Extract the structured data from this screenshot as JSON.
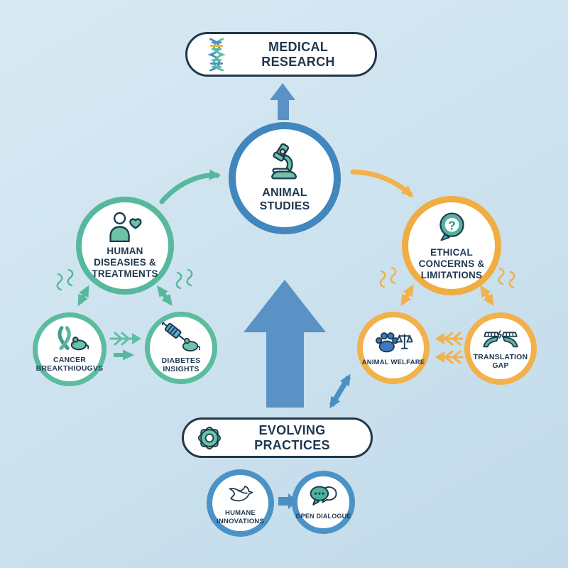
{
  "diagram": {
    "medical_research": {
      "label": "MEDICAL RESEARCH",
      "icon": "dna-icon"
    },
    "animal_studies": {
      "lines": [
        "ANIMAL",
        "STUDIES"
      ],
      "icon": "microscope-icon"
    },
    "human_diseases": {
      "lines": [
        "HUMAN",
        "DISEASIES &",
        "TREATMENTS"
      ],
      "icon": "person-heart-icon"
    },
    "cancer": {
      "lines": [
        "CANCER",
        "BREAKTHIOUGVS"
      ],
      "icon": "ribbon-mouse-icon"
    },
    "diabetes": {
      "lines": [
        "DIABETES",
        "INSIGHTS"
      ],
      "icon": "syringe-mouse-icon"
    },
    "ethical": {
      "lines": [
        "ETHICAL",
        "CONCERNS &",
        "LIMITATIONS"
      ],
      "icon": "question-bubble-icon"
    },
    "animal_welfare": {
      "label": "ANIMAL WELFARE",
      "icon": "paw-scales-icon"
    },
    "translation_gap": {
      "lines": [
        "TRANSLATION",
        "GAP"
      ],
      "icon": "broken-bridge-icon"
    },
    "evolving_practices": {
      "label": "EVOLVING PRACTICES",
      "icon": "gear-icon"
    },
    "humane_innovations": {
      "lines": [
        "HUMANE",
        "INNOVATIONS"
      ],
      "icon": "dove-icon"
    },
    "open_dialogue": {
      "label": "OPEN DIALOGUE",
      "icon": "speech-bubbles-icon"
    }
  },
  "icons": {
    "question_glyph": "?"
  },
  "palette": {
    "background": "#cde3ef",
    "blue_border": "#4186bd",
    "blue_arrow": "#5a92c5",
    "blue_accent": "#4b8fc3",
    "teal": "#57b89d",
    "yellow": "#f2b14a",
    "navy_outline": "#22384a",
    "text": "#1f3850",
    "node_fill": "#ffffff"
  }
}
